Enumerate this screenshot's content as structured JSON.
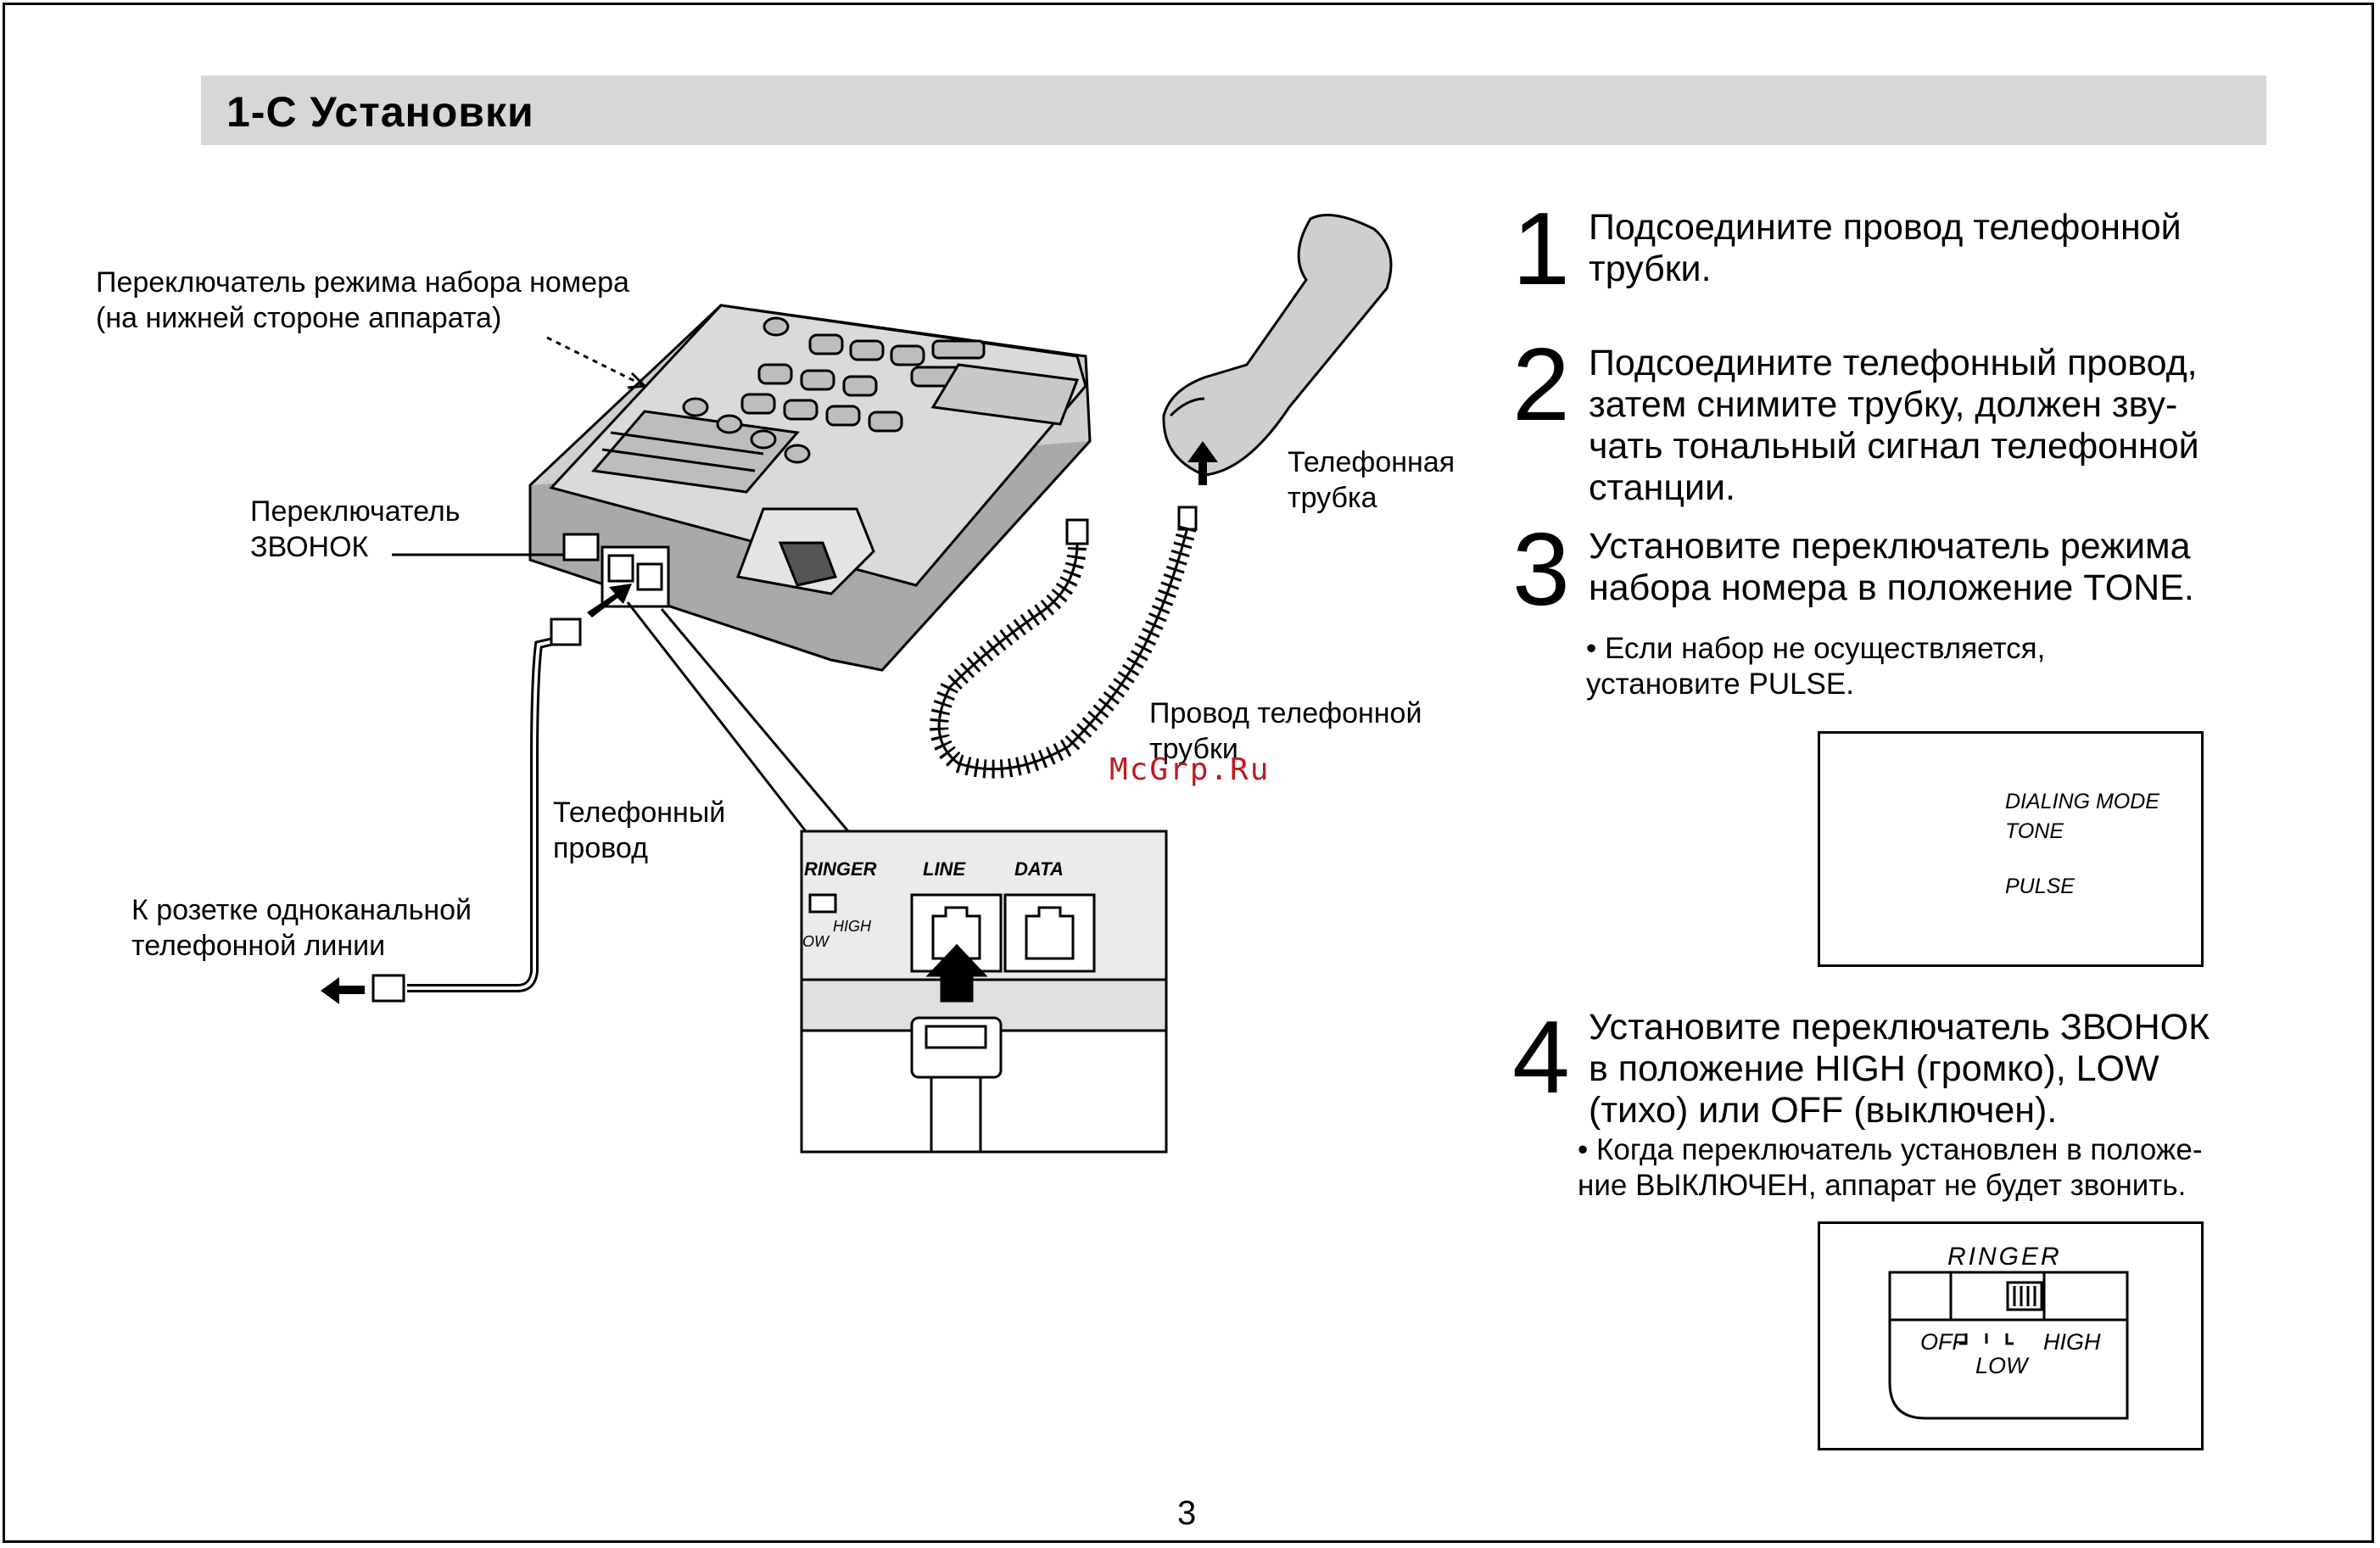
{
  "header": {
    "title": "1-С  Установки"
  },
  "illustration": {
    "label_dial_switch": "Переключатель режима набора номера\n(на нижней стороне аппарата)",
    "label_ringer_switch": "Переключатель\nЗВОНОК",
    "label_handset": "Телефонная\nтрубка",
    "label_handset_cord": "Провод телефонной\nтрубки",
    "label_line_cord": "Телефонный\nпровод",
    "label_wall_jack": "К розетке одноканальной\nтелефонной линии",
    "inset_ringer": "RINGER",
    "inset_line": "LINE",
    "inset_data": "DATA",
    "inset_high": "HIGH",
    "inset_low": "OW"
  },
  "steps": [
    {
      "number": "1",
      "text": "Подсоедините провод телефонной\nтрубки."
    },
    {
      "number": "2",
      "text": "Подсоедините телефонный провод,\nзатем снимите трубку, должен зву-\nчать тональный сигнал телефонной\nстанции."
    },
    {
      "number": "3",
      "text": "Установите переключатель режима\nнабора номера в положение TONE."
    },
    {
      "number": "4",
      "text": "Установите переключатель ЗВОНОК\nв положение HIGH (громко), LOW\n(тихо) или OFF (выключен)."
    }
  ],
  "notes": {
    "step3": "• Если набор не осуществляется,\n   установите PULSE.",
    "step4": "• Когда переключатель установлен в положе-\n   ние ВЫКЛЮЧЕН, аппарат не будет звонить."
  },
  "dialing_box": {
    "title": "DIALING  MODE",
    "tone": "TONE",
    "pulse": "PULSE"
  },
  "ringer_box": {
    "title": "RINGER",
    "off": "OFF",
    "high": "HIGH",
    "low": "LOW"
  },
  "watermark": "McGrp.Ru",
  "page_number": "3"
}
